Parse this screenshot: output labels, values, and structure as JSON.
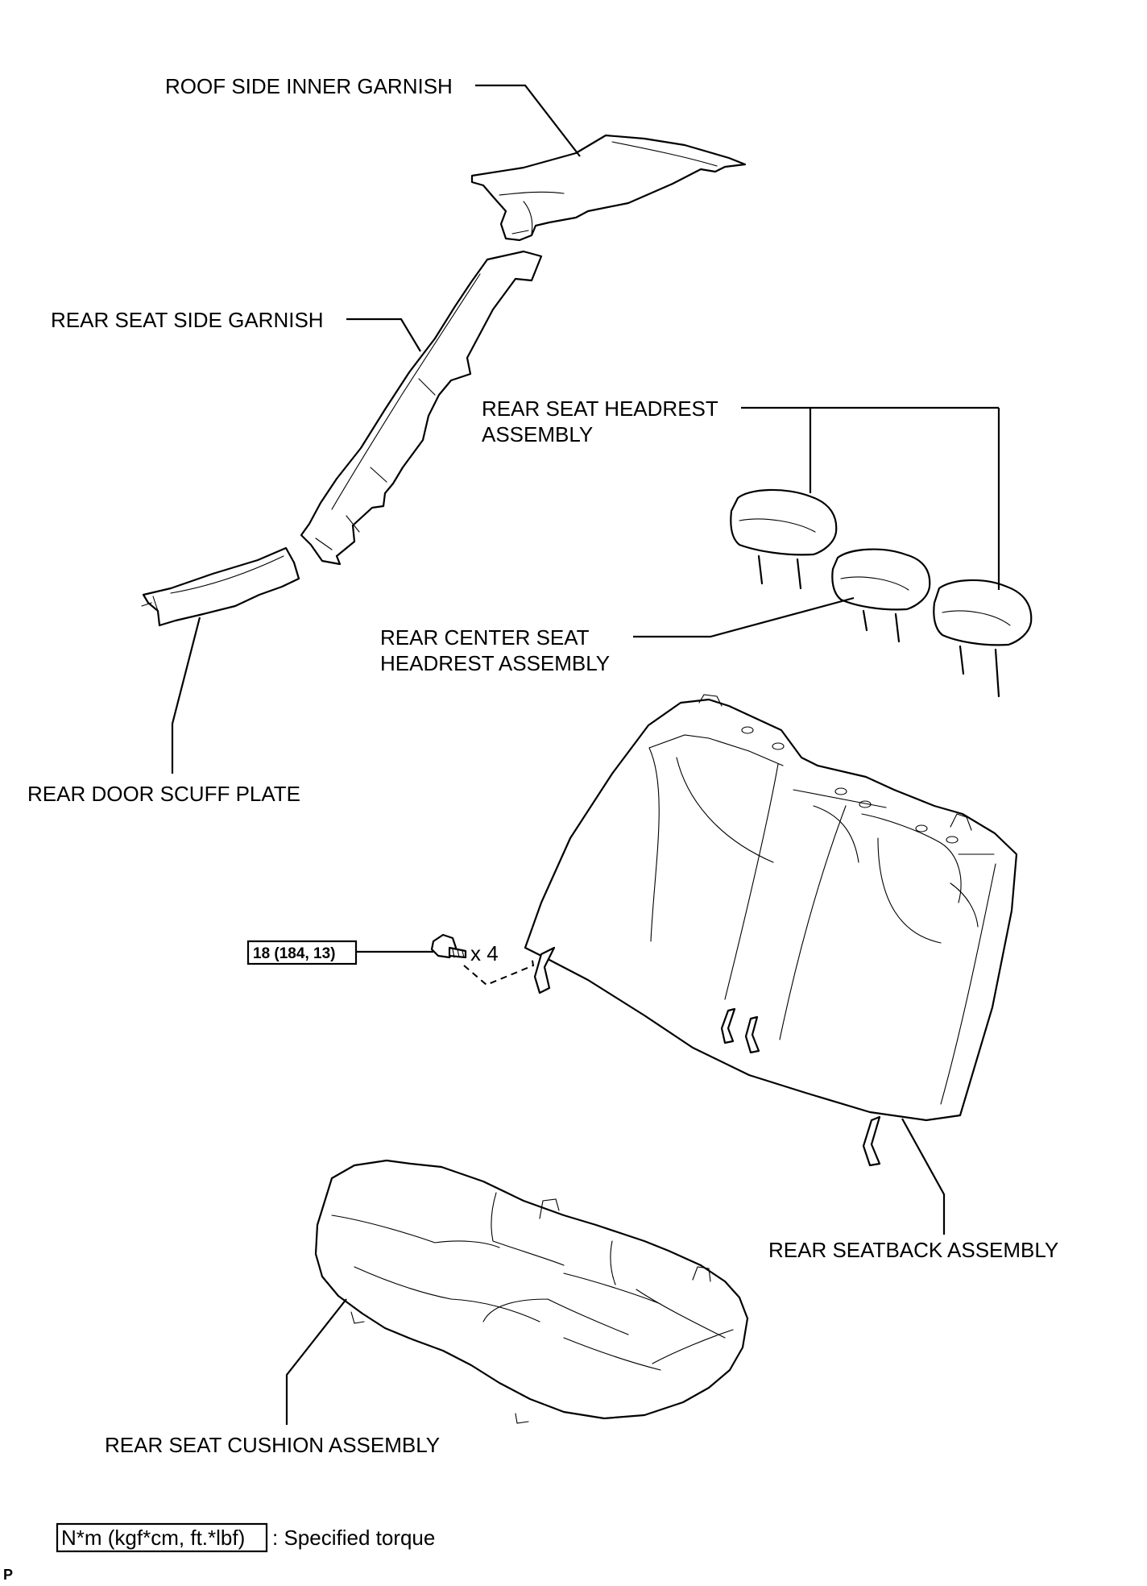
{
  "labels": {
    "roof_side_inner_garnish": "ROOF SIDE INNER GARNISH",
    "rear_seat_side_garnish": "REAR SEAT SIDE GARNISH",
    "rear_seat_headrest_line1": "REAR SEAT HEADREST",
    "rear_seat_headrest_line2": "ASSEMBLY",
    "rear_center_headrest_line1": "REAR CENTER SEAT",
    "rear_center_headrest_line2": "HEADREST ASSEMBLY",
    "rear_door_scuff_plate": "REAR DOOR SCUFF PLATE",
    "rear_seatback_assembly": "REAR SEATBACK ASSEMBLY",
    "rear_seat_cushion_assembly": "REAR SEAT CUSHION ASSEMBLY"
  },
  "torque": {
    "value": "18 (184, 13)",
    "bolt_quantity": "x 4"
  },
  "legend": {
    "unit_box": "N*m (kgf*cm, ft.*lbf)",
    "description": ": Specified torque"
  },
  "corner_mark": "P"
}
